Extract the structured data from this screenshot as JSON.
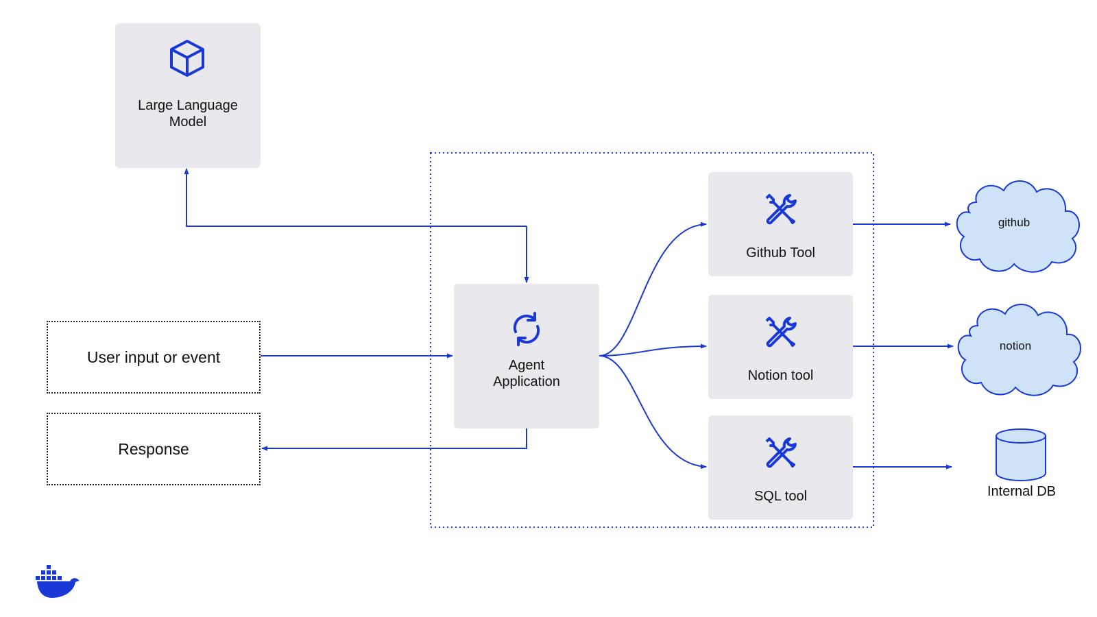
{
  "colors": {
    "accent": "#1838d8",
    "box_bg": "#e9e9ed",
    "cloud_fill": "#cfe3f8",
    "db_fill": "#cfe3f8"
  },
  "nodes": {
    "llm": {
      "label": "Large Language Model",
      "icon": "cube-icon"
    },
    "agent": {
      "label": "Agent Application",
      "icon": "refresh-cycle-icon"
    },
    "user_input": {
      "label": "User input or event"
    },
    "response": {
      "label": "Response"
    },
    "github_tool": {
      "label": "Github Tool",
      "icon": "tools-icon"
    },
    "notion_tool": {
      "label": "Notion tool",
      "icon": "tools-icon"
    },
    "sql_tool": {
      "label": "SQL tool",
      "icon": "tools-icon"
    },
    "github_cloud": {
      "label": "github"
    },
    "notion_cloud": {
      "label": "notion"
    },
    "internal_db": {
      "label": "Internal DB"
    }
  },
  "logo": {
    "icon": "docker-whale-icon"
  }
}
